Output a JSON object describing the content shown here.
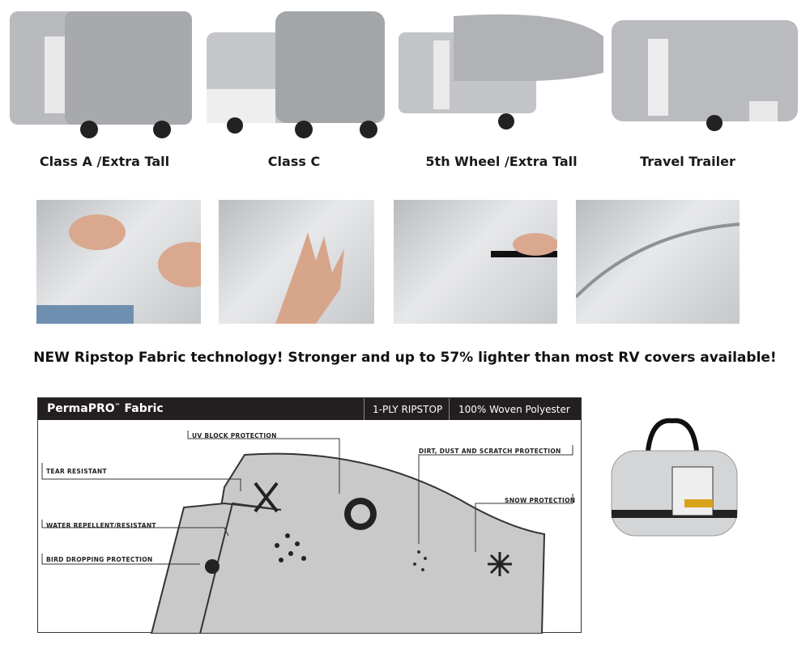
{
  "rv_types": [
    {
      "label": "Class A /Extra Tall"
    },
    {
      "label": "Class C"
    },
    {
      "label": "5th Wheel /Extra Tall"
    },
    {
      "label": "Travel Trailer"
    }
  ],
  "headline": "NEW Ripstop Fabric technology! Stronger and up to 57% lighter than most RV covers available!",
  "diagram": {
    "title": "PermaPRO",
    "title_tm": "™",
    "title_suffix": "Fabric",
    "spec1": "1-PLY RIPSTOP",
    "spec2": "100% Woven Polyester",
    "callouts": {
      "uv": "UV BLOCK PROTECTION",
      "tear": "TEAR RESISTANT",
      "dirt": "DIRT, DUST AND SCRATCH PROTECTION",
      "snow": "SNOW PROTECTION",
      "water": "WATER REPELLENT/RESISTANT",
      "bird": "BIRD DROPPING PROTECTION"
    }
  },
  "colors": {
    "header_bg": "#231f20",
    "fabric": "#c9c9c9"
  }
}
